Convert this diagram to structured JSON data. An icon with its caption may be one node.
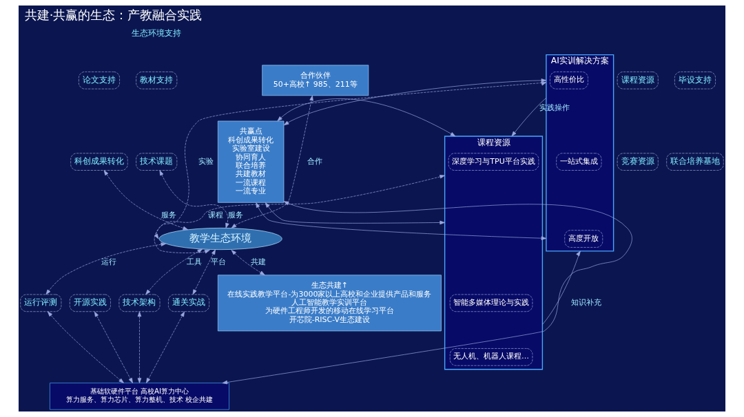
{
  "diagram": {
    "title": "共建·共赢的生态：产教融合实践",
    "nodes": [
      {
        "text": [
          "共赢点",
          "科创成果转化",
          "实验室建设",
          "协同育人",
          "联合培养",
          "共建教材",
          "一流课程",
          "一流专业"
        ]
      },
      {
        "text": [
          "AI实训解决方案"
        ]
      },
      {
        "text": [
          "高性价比"
        ],
        "in": 1
      },
      {
        "text": [
          "一站式集成"
        ],
        "in": 1
      },
      {
        "text": [
          "高度开放"
        ],
        "in": 1
      },
      {
        "text": [
          "课程资源"
        ]
      },
      {
        "text": [
          "深度学习与TPU平台实践"
        ],
        "in": 5
      },
      {
        "text": [
          "智能多媒体理论与实践"
        ],
        "in": 5
      },
      {
        "text": [
          "无人机、机器人课程…"
        ],
        "in": 5
      },
      {
        "text": [
          "课程资源"
        ]
      },
      {
        "text": [
          "教材支持"
        ]
      },
      {
        "text": [
          "论文支持"
        ]
      },
      {
        "text": [
          "毕设支持"
        ]
      },
      {
        "text": [
          "竞赛资源"
        ]
      },
      {
        "text": [
          "技术课题"
        ]
      },
      {
        "text": [
          "科创成果转化"
        ]
      },
      {
        "text": [
          "联合培养基地"
        ]
      },
      {
        "text": [
          "合作伙伴",
          "50+高校↑ 985、211等"
        ]
      },
      {
        "text": [
          "教学生态环境"
        ]
      },
      {
        "text": [
          "生态共建↑",
          "在线实践教学平台-为3000家以上高校和企业提供产品和服务",
          "人工智能教学实训平台",
          "为硬件工程师开发的移动在线学习平台",
          "开芯院-RISC-V生态建设"
        ]
      },
      {
        "text": [
          "技术架构"
        ]
      },
      {
        "text": [
          "通关实战"
        ]
      },
      {
        "text": [
          "运行评测"
        ]
      },
      {
        "text": [
          "开源实践"
        ]
      },
      {
        "text": [
          "基础软硬件平台 高校AI算力中心",
          "算力服务、算力芯片、算力整机、技术 校企共建"
        ]
      }
    ],
    "edges": [
      {
        "from": 0,
        "to": 1,
        "arrow": "both"
      },
      {
        "from": 0,
        "to": 1,
        "arrow": "both"
      },
      {
        "from": 0,
        "to": 5,
        "arrow": "both"
      },
      {
        "from": 0,
        "to": 5,
        "arrow": "both"
      },
      {
        "from": 0,
        "to": 24,
        "arrow": "both"
      },
      {
        "from": 1,
        "to": 5,
        "arrow": "to",
        "label": "实践操作"
      },
      {
        "from": 5,
        "to": 1,
        "arrow": "to",
        "label": "知识补充"
      },
      {
        "from": 14,
        "to": 18,
        "arrow": "both",
        "label": "服务",
        "style": "dashed"
      },
      {
        "from": 15,
        "to": 18,
        "arrow": "both",
        "label": "服务",
        "style": "dashed"
      },
      {
        "from": 1,
        "to": 18,
        "arrow": "both",
        "label": "实验",
        "style": "dashed"
      },
      {
        "from": 5,
        "to": 18,
        "arrow": "both",
        "label": "课程",
        "style": "dashed"
      },
      {
        "from": 18,
        "to": 17,
        "arrow": "both",
        "label": "合作",
        "style": "dashed"
      },
      {
        "from": 18,
        "to": 19,
        "arrow": "both",
        "label": "共建",
        "style": "dashed"
      },
      {
        "from": 18,
        "to": 20,
        "arrow": "both",
        "label": "工具",
        "style": "dashed"
      },
      {
        "from": 18,
        "to": 21,
        "arrow": "both",
        "label": "平台",
        "style": "dashed"
      },
      {
        "from": 18,
        "to": 22,
        "arrow": "both",
        "label": "运行",
        "style": "dashed"
      },
      {
        "from": 20,
        "to": 24,
        "arrow": "both",
        "style": "dashed"
      },
      {
        "from": 21,
        "to": 24,
        "arrow": "both",
        "style": "dashed"
      },
      {
        "from": 22,
        "to": 24,
        "arrow": "both",
        "style": "dashed"
      },
      {
        "from": 23,
        "to": 24,
        "arrow": "both",
        "style": "dashed"
      }
    ],
    "labels": [
      "生态环境支持"
    ]
  }
}
